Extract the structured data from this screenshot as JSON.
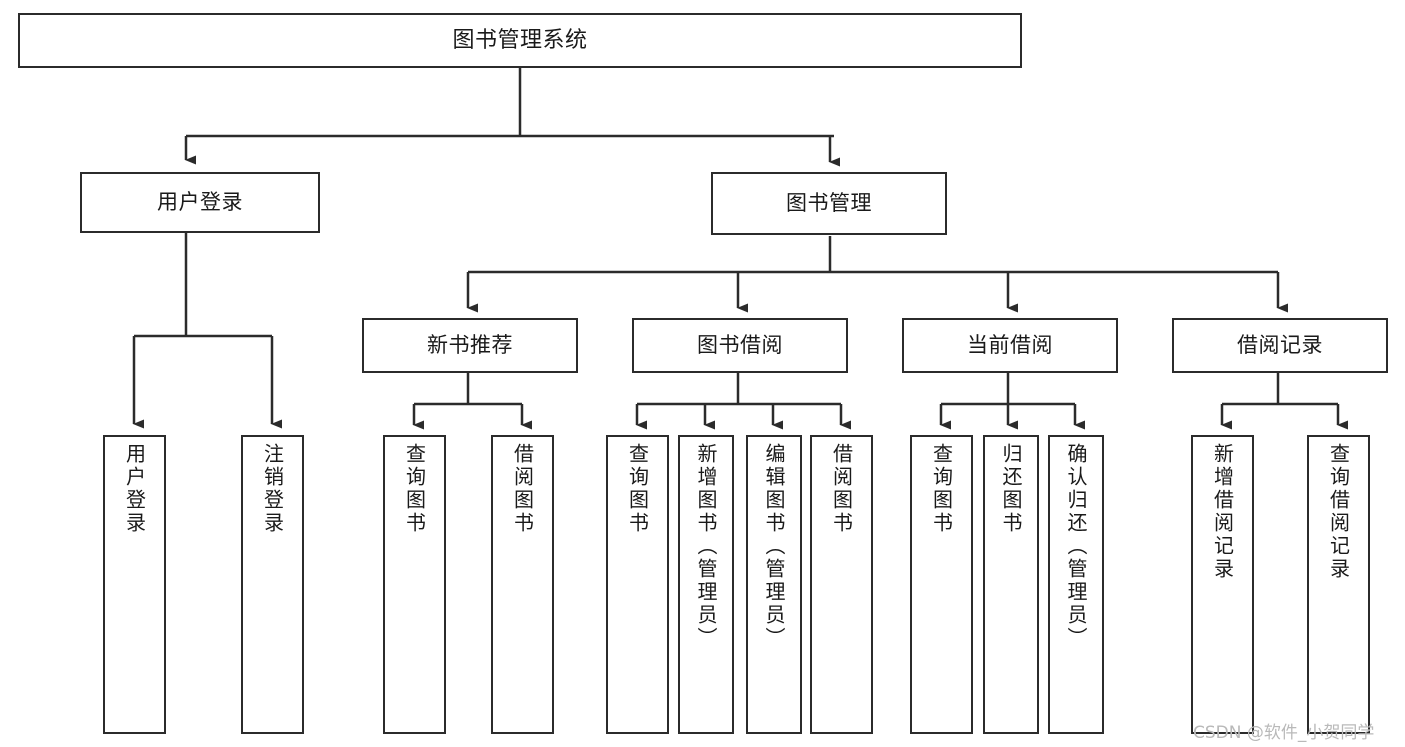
{
  "diagram": {
    "title": "图书管理系统",
    "type": "tree-hierarchy",
    "colors": {
      "box_border": "#2b2b2b",
      "box_fill": "#ffffff",
      "edge": "#2b2b2b",
      "text": "#1a1a1a",
      "watermark": "#b9b9b9",
      "background": "#ffffff"
    }
  },
  "nodes": {
    "root": {
      "label": "图书管理系统"
    },
    "level2": [
      {
        "label": "用户登录"
      },
      {
        "label": "图书管理"
      }
    ],
    "level3": [
      {
        "label": "新书推荐"
      },
      {
        "label": "图书借阅"
      },
      {
        "label": "当前借阅"
      },
      {
        "label": "借阅记录"
      }
    ],
    "leaves": {
      "user_login": [
        {
          "label": "用户登录"
        },
        {
          "label": "注销登录"
        }
      ],
      "new_book": [
        {
          "label": "查询图书"
        },
        {
          "label": "借阅图书"
        }
      ],
      "book_borrow": [
        {
          "label": "查询图书"
        },
        {
          "label": "新增图书（管理员）"
        },
        {
          "label": "编辑图书（管理员）"
        },
        {
          "label": "借阅图书"
        }
      ],
      "current_borrow": [
        {
          "label": "查询图书"
        },
        {
          "label": "归还图书"
        },
        {
          "label": "确认归还（管理员）"
        }
      ],
      "borrow_record": [
        {
          "label": "新增借阅记录"
        },
        {
          "label": "查询借阅记录"
        }
      ]
    }
  },
  "watermark": {
    "text": "CSDN @软件_小贺同学"
  }
}
